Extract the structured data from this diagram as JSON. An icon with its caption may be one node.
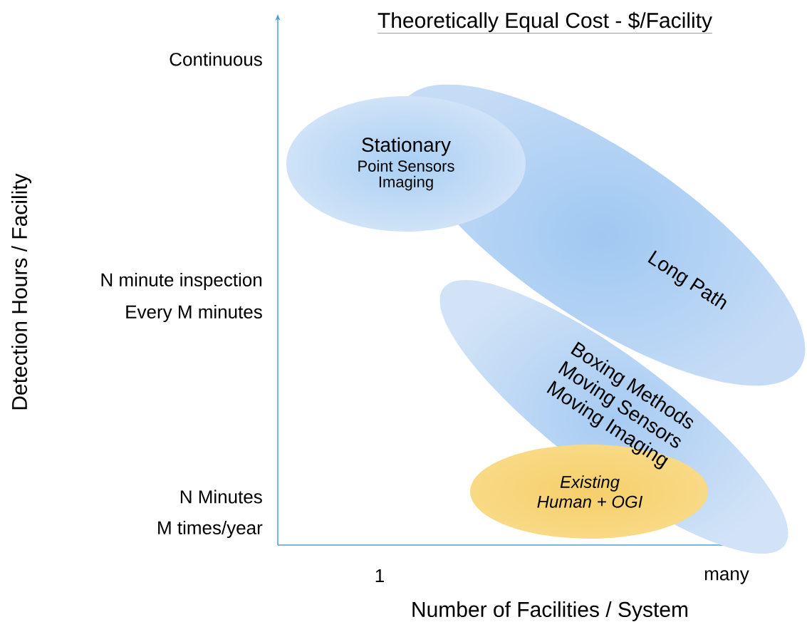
{
  "diagram": {
    "title": "Theoretically Equal Cost - $/Facility",
    "nodes": [
      {
        "text": [
          "Long Path"
        ]
      },
      {
        "text": [
          "Stationary",
          "Point Sensors",
          "Imaging"
        ]
      },
      {
        "text": [
          "Boxing Methods",
          "Moving Sensors",
          "Moving Imaging"
        ]
      },
      {
        "text": [
          "Existing",
          "Human + OGI"
        ]
      }
    ],
    "labels": [
      "Detection Hours / Facility",
      "Continuous",
      "N minute inspection",
      "Every M minutes",
      "N Minutes",
      "M times/year",
      "1",
      "many",
      "Number of Facilities / System"
    ]
  }
}
